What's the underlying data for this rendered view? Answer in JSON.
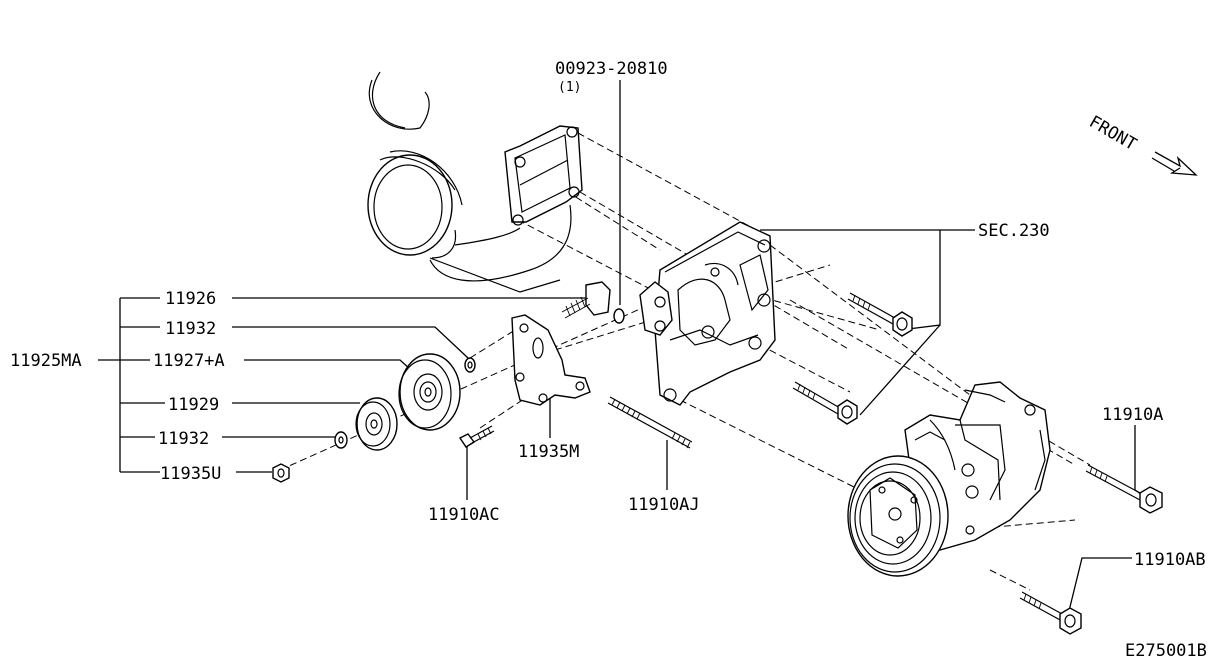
{
  "labels": {
    "p00923": "00923-20810",
    "p00923_qty": "(1)",
    "sec230": "SEC.230",
    "front": "FRONT",
    "p11926": "11926",
    "p11932_top": "11932",
    "p11925ma": "11925MA",
    "p11927a": "11927+A",
    "p11929": "11929",
    "p11932_bot": "11932",
    "p11935u": "11935U",
    "p11935m": "11935M",
    "p11910ac": "11910AC",
    "p11910aj": "11910AJ",
    "p11910a": "11910A",
    "p11910ab": "11910AB",
    "diagram_id": "E275001B"
  },
  "colors": {
    "line": "#000000",
    "background": "#ffffff"
  }
}
